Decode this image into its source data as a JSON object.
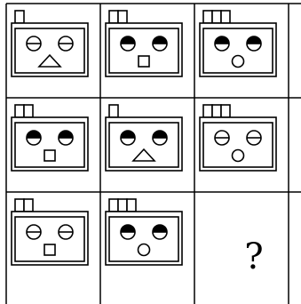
{
  "puzzle": {
    "question_mark": "?",
    "cells": [
      {
        "chimney_blocks": 1,
        "eye_style": "line",
        "mouth": "triangle"
      },
      {
        "chimney_blocks": 2,
        "eye_style": "filled",
        "mouth": "square"
      },
      {
        "chimney_blocks": 3,
        "eye_style": "filled",
        "mouth": "circle"
      },
      {
        "chimney_blocks": 2,
        "eye_style": "filled",
        "mouth": "square"
      },
      {
        "chimney_blocks": 1,
        "eye_style": "filled",
        "mouth": "triangle"
      },
      {
        "chimney_blocks": 3,
        "eye_style": "line",
        "mouth": "circle"
      },
      {
        "chimney_blocks": 2,
        "eye_style": "line",
        "mouth": "square"
      },
      {
        "chimney_blocks": 3,
        "eye_style": "filled",
        "mouth": "circle"
      },
      {
        "chimney_blocks": null,
        "eye_style": null,
        "mouth": null
      }
    ]
  }
}
